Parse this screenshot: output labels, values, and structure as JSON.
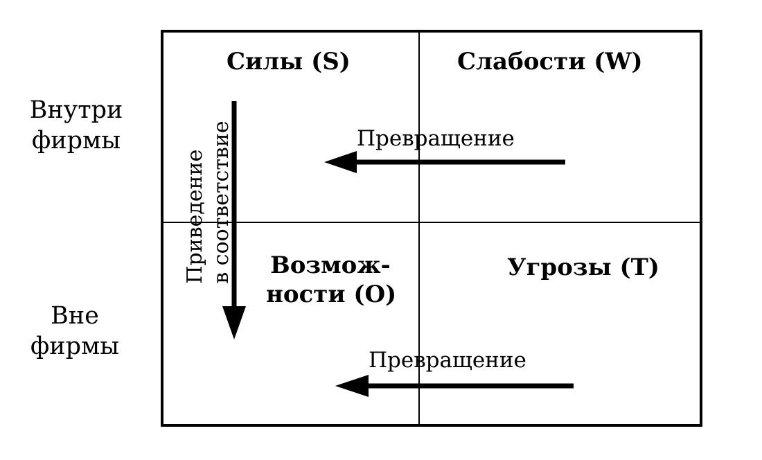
{
  "rows": {
    "inside": [
      "Внутри",
      "фирмы"
    ],
    "outside": [
      "Вне",
      "фирмы"
    ]
  },
  "cells": {
    "strengths": "Силы (S)",
    "weaknesses": "Слабости (W)",
    "opportunities": [
      "Возмож-",
      "ности (О)"
    ],
    "threats": "Угрозы (Т)"
  },
  "arrows": {
    "transformation_top": "Превращение",
    "transformation_bottom": "Превращение",
    "matching": [
      "Приведение",
      "в соответствие"
    ]
  }
}
